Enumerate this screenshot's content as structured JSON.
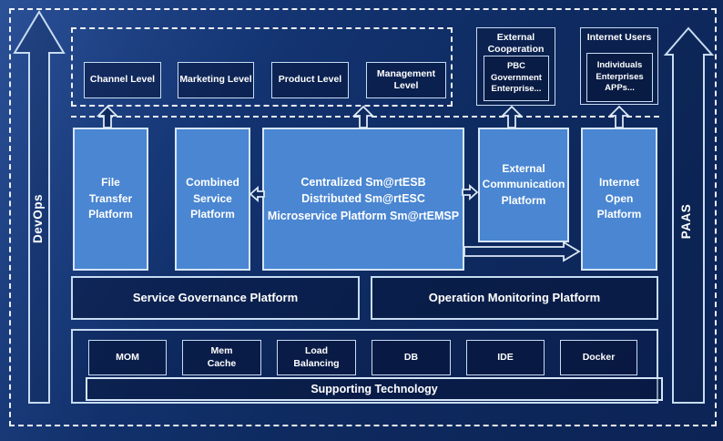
{
  "side_rails": {
    "left_label": "DevOps",
    "right_label": "PAAS"
  },
  "levels": {
    "items": [
      "Channel Level",
      "Marketing Level",
      "Product Level",
      "Management Level"
    ]
  },
  "external_cooperation": {
    "title": "External\nCooperation",
    "members": "PBC Government\nEnterprise..."
  },
  "internet_users": {
    "title": "Internet Users",
    "members": "Individuals\nEnterprises\nAPPs..."
  },
  "platforms": {
    "file_transfer": "File\nTransfer\nPlatform",
    "combined_service": "Combined\nService\nPlatform",
    "esb_suite": "Centralized Sm@rtESB\nDistributed Sm@rtESC\nMicroservice Platform Sm@rtEMSP",
    "external_communication": "External\nCommunication\nPlatform",
    "internet_open": "Internet\nOpen\nPlatform"
  },
  "management_platforms": {
    "service_governance": "Service Governance Platform",
    "operation_monitoring": "Operation Monitoring Platform"
  },
  "supporting_technology": {
    "items": [
      "MOM",
      "Mem\nCache",
      "Load\nBalancing",
      "DB",
      "IDE",
      "Docker"
    ],
    "bar_label": "Supporting Technology"
  },
  "colors": {
    "background": "#0e2a5f",
    "panel_light": "#4a86d2",
    "border_light": "#c7dcf2",
    "text": "#ffffff"
  }
}
